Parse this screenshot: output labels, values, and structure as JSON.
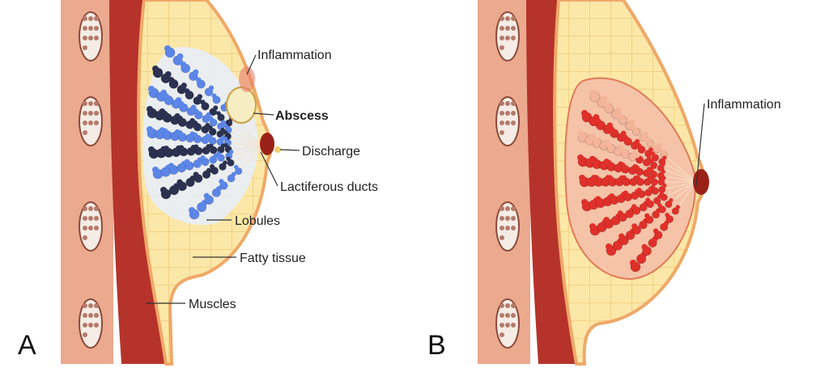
{
  "panel_a": {
    "letter": "A",
    "labels": {
      "inflammation": "Inflammation",
      "abscess": "Abscess",
      "discharge": "Discharge",
      "ducts": "Lactiferous ducts",
      "lobules": "Lobules",
      "fatty": "Fatty tissue",
      "muscles": "Muscles"
    }
  },
  "panel_b": {
    "letter": "B",
    "labels": {
      "inflammation": "Inflammation"
    }
  },
  "colors": {
    "skin": "#eba98e",
    "muscle": "#b5332a",
    "fat": "#fbe8a8",
    "outline": "#f0a868",
    "lobule_blue": "#5b86e8",
    "lobule_dark": "#2b3150",
    "lobule_red": "#e0302a",
    "lobule_pink": "#f4b49a",
    "nipple": "#9a2218"
  }
}
